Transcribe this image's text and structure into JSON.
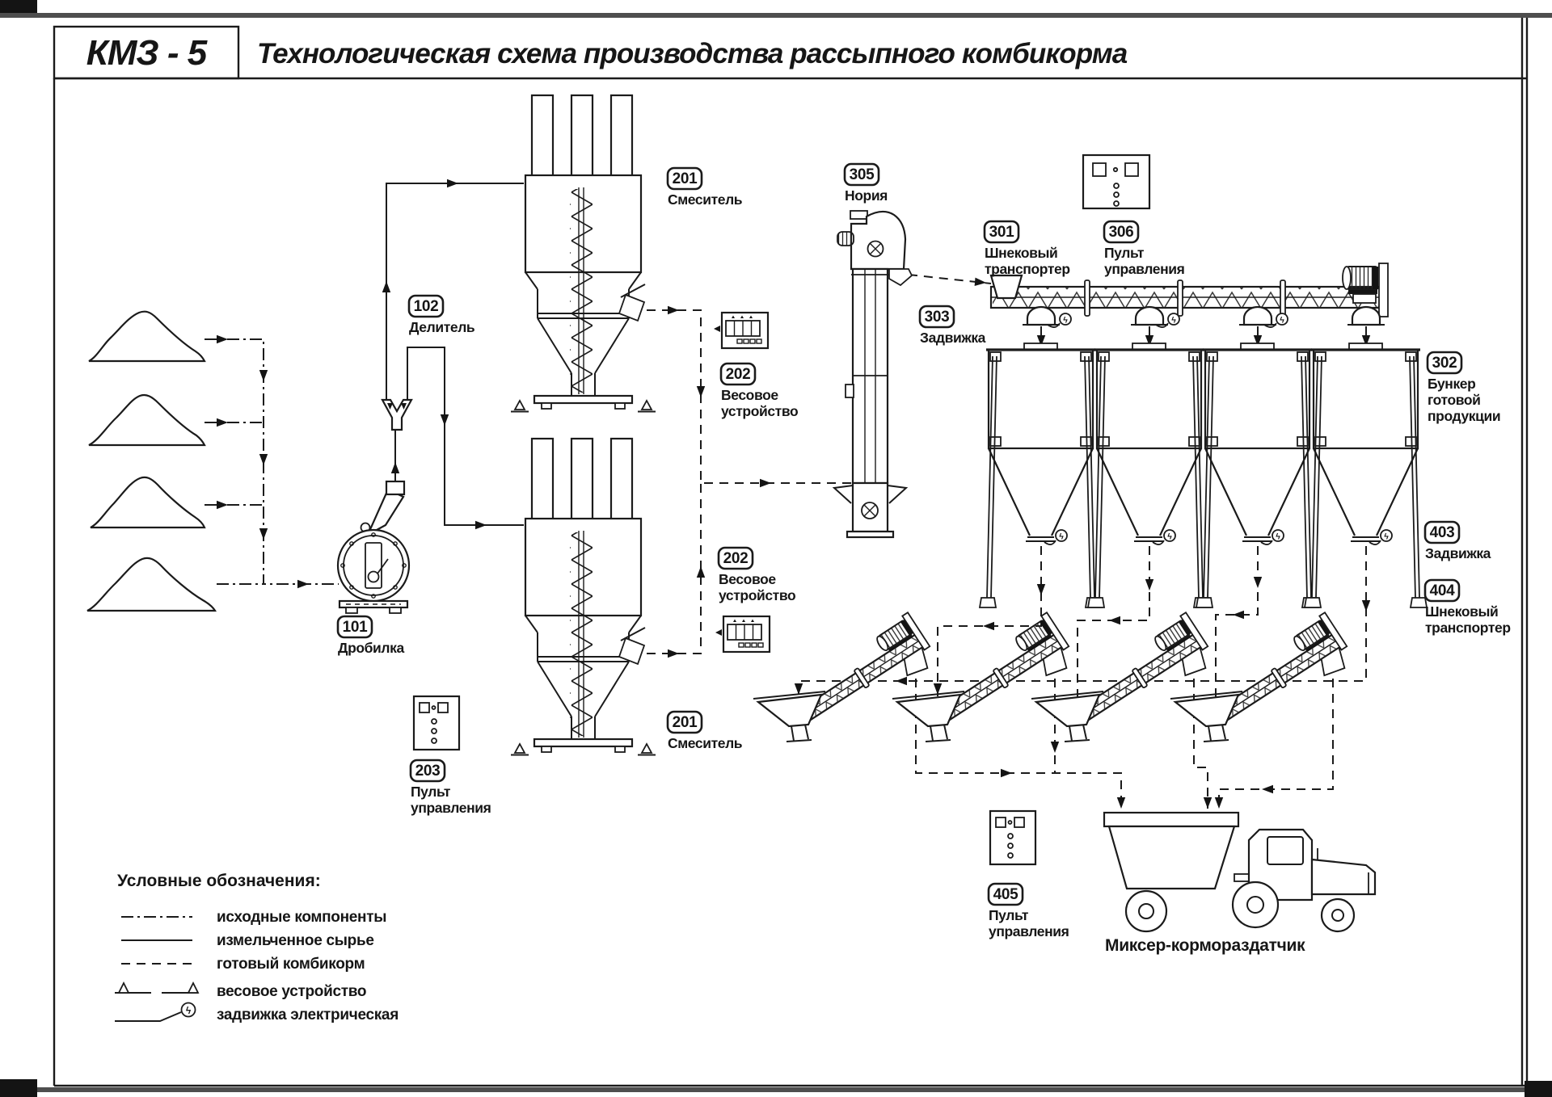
{
  "header": {
    "code": "КМЗ - 5",
    "title": "Технологическая схема производства рассыпного комбикорма"
  },
  "equipment_labels": [
    {
      "tag": "102",
      "lines": [
        "Делитель"
      ]
    },
    {
      "tag": "101",
      "lines": [
        "Дробилка"
      ]
    },
    {
      "tag": "201",
      "lines": [
        "Смеситель"
      ]
    },
    {
      "tag": "202",
      "lines": [
        "Весовое",
        "устройство"
      ]
    },
    {
      "tag": "202",
      "lines": [
        "Весовое",
        "устройство"
      ]
    },
    {
      "tag": "201",
      "lines": [
        "Смеситель"
      ]
    },
    {
      "tag": "203",
      "lines": [
        "Пульт",
        "управления"
      ]
    },
    {
      "tag": "305",
      "lines": [
        "Нория"
      ]
    },
    {
      "tag": "301",
      "lines": [
        "Шнековый",
        "транспортер"
      ]
    },
    {
      "tag": "306",
      "lines": [
        "Пульт",
        "управления"
      ]
    },
    {
      "tag": "303",
      "lines": [
        "Задвижка"
      ]
    },
    {
      "tag": "302",
      "lines": [
        "Бункер",
        "готовой",
        "продукции"
      ]
    },
    {
      "tag": "403",
      "lines": [
        "Задвижка"
      ]
    },
    {
      "tag": "404",
      "lines": [
        "Шнековый",
        "транспортер"
      ]
    },
    {
      "tag": "405",
      "lines": [
        "Пульт",
        "управления"
      ]
    }
  ],
  "truck_caption": "Миксер-кормораздатчик",
  "legend": {
    "title": "Условные обозначения:",
    "items": [
      "исходные компоненты",
      "измельченное сырье",
      "готовый комбикорм",
      "весовое устройство",
      "задвижка электрическая"
    ]
  },
  "icons": {
    "valve_glyph": "ϟ"
  },
  "colors": {
    "ink": "#1b1b1b",
    "frame_gray": "#4e4e4e"
  }
}
